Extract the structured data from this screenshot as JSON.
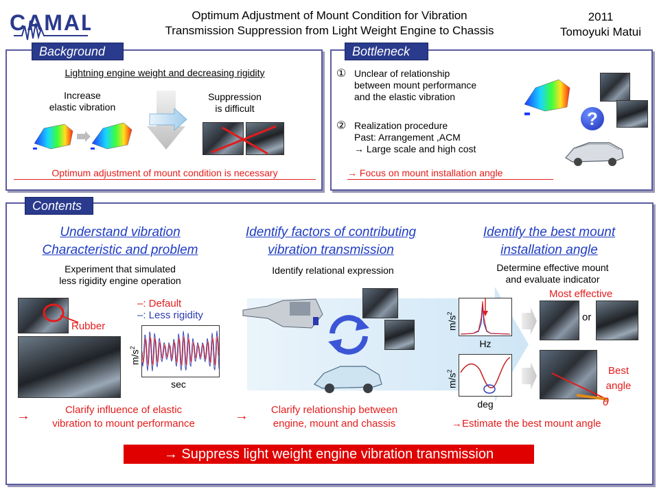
{
  "header": {
    "title_line1": "Optimum  Adjustment  of Mount Condition for Vibration",
    "title_line2": "Transmission Suppression from Light Weight Engine to Chassis",
    "year": "2011",
    "author": "Tomoyuki  Matui"
  },
  "background": {
    "tab": "Background",
    "subtitle": "Lightning engine weight and decreasing rigidity",
    "increase_line1": "Increase",
    "increase_line2": "elastic vibration",
    "suppression_line1": "Suppression",
    "suppression_line2": "is difficult",
    "conclusion": "Optimum adjustment of mount condition is necessary"
  },
  "bottleneck": {
    "tab": "Bottleneck",
    "item1_num": "①",
    "item1_line1": "Unclear of relationship",
    "item1_line2": "between mount performance",
    "item1_line3": "and the elastic vibration",
    "item2_num": "②",
    "item2_line1": "Realization procedure",
    "item2_line2": "Past: Arrangement ,ACM",
    "item2_line3": "→ Large scale and high cost",
    "focus": "→ Focus on mount installation angle",
    "question": "?"
  },
  "contents": {
    "tab": "Contents",
    "col1": {
      "heading1": "Understand vibration",
      "heading2": "Characteristic and problem",
      "desc1": "Experiment that simulated",
      "desc2": "less rigidity engine operation",
      "rubber": "Rubber",
      "legend_default": "–: Default",
      "legend_less": "–: Less rigidity",
      "ylabel": "m/s",
      "ylabel_sup": "2",
      "xlabel": "sec",
      "arrow": "→",
      "clarify1": "Clarify influence of elastic",
      "clarify2": "vibration to mount performance"
    },
    "col2": {
      "heading1": "Identify factors of contributing",
      "heading2": "vibration transmission",
      "desc": "Identify relational expression",
      "arrow": "→",
      "clarify1": "Clarify relationship between",
      "clarify2": "engine, mount and chassis"
    },
    "col3": {
      "heading1": "Identify the best mount",
      "heading2": "installation angle",
      "desc1": "Determine effective mount",
      "desc2": "and evaluate indicator",
      "most_effective": "Most effective",
      "or": "or",
      "ylabel": "m/s",
      "ylabel_sup": "2",
      "hz": "Hz",
      "deg": "deg",
      "best1": "Best",
      "best2": "angle",
      "theta": "θ",
      "estimate": "→Estimate the best mount angle"
    },
    "final": "→ Suppress light weight engine vibration transmission"
  },
  "colors": {
    "accent": "#2a3a8c",
    "red": "#e41b1b",
    "blue": "#1f3cc4"
  },
  "logo_text": "CAMAL"
}
